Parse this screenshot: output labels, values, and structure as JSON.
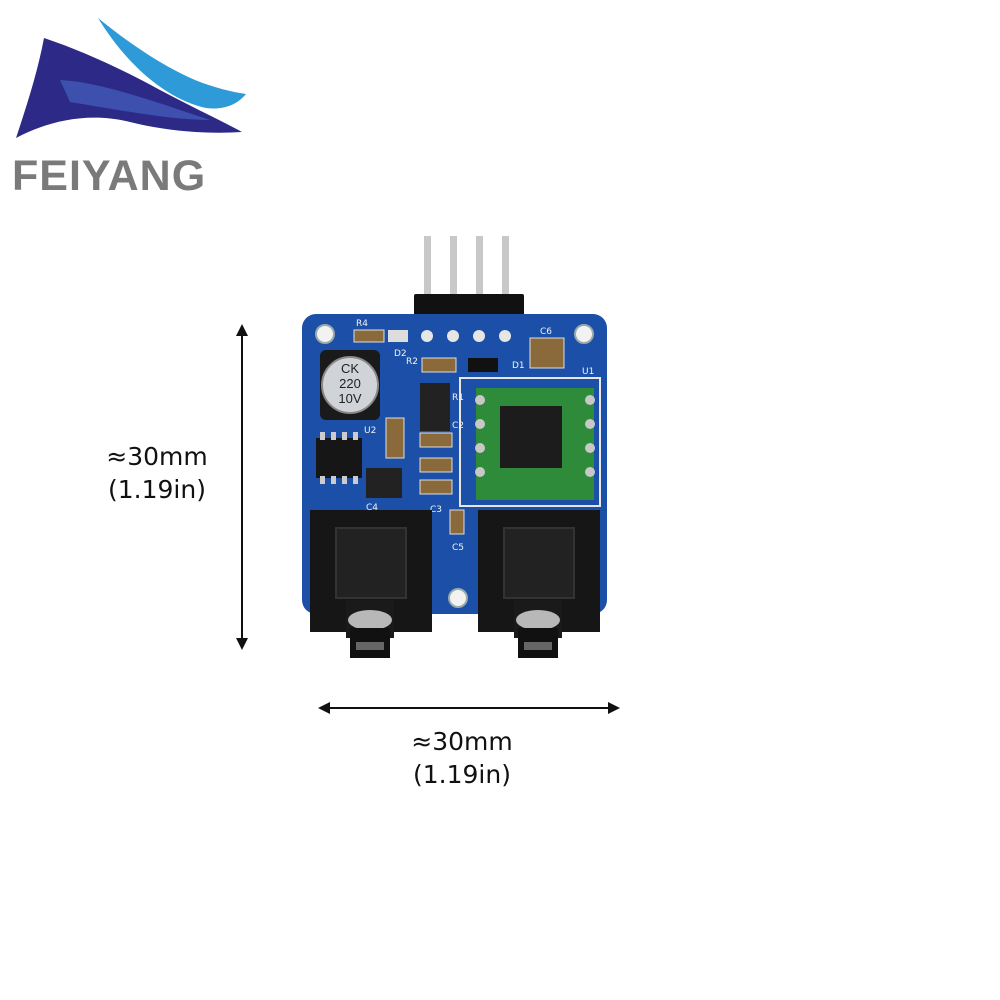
{
  "brand": {
    "name": "FEIYANG",
    "colors": {
      "logo_dark": "#2c2a86",
      "logo_light": "#2e9ad8",
      "text": "#7a7a7a"
    }
  },
  "board": {
    "capacitor_marking": [
      "CK",
      "220",
      "10V"
    ],
    "silkscreen": [
      "R4",
      "R2",
      "D2",
      "C6",
      "D1",
      "U1",
      "U2",
      "R1",
      "C2",
      "C3",
      "C5",
      "C4"
    ],
    "colors": {
      "pcb": "#1b4fa8",
      "rf_module": "#2e8b3a",
      "jack": "#161616",
      "pins": "#c8c8c8"
    }
  },
  "dimensions": {
    "height": {
      "approx": "≈30mm",
      "imperial": "(1.19in)"
    },
    "width": {
      "approx": "≈30mm",
      "imperial": "(1.19in)"
    }
  }
}
